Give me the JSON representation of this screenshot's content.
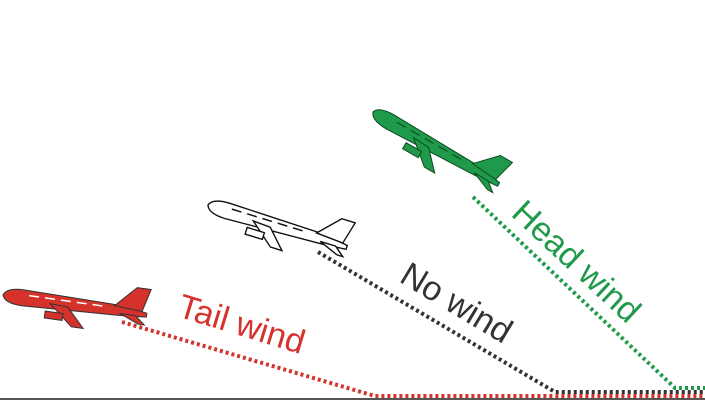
{
  "scenarios": [
    {
      "key": "tail",
      "label": "Tail wind",
      "color": "#d4322a"
    },
    {
      "key": "none",
      "label": "No wind",
      "color": "#333333"
    },
    {
      "key": "head",
      "label": "Head wind",
      "color": "#1e9a4a"
    }
  ],
  "ground_color": "#555555",
  "icons": {
    "tail": "airplane-icon",
    "none": "airplane-icon",
    "head": "airplane-icon"
  }
}
